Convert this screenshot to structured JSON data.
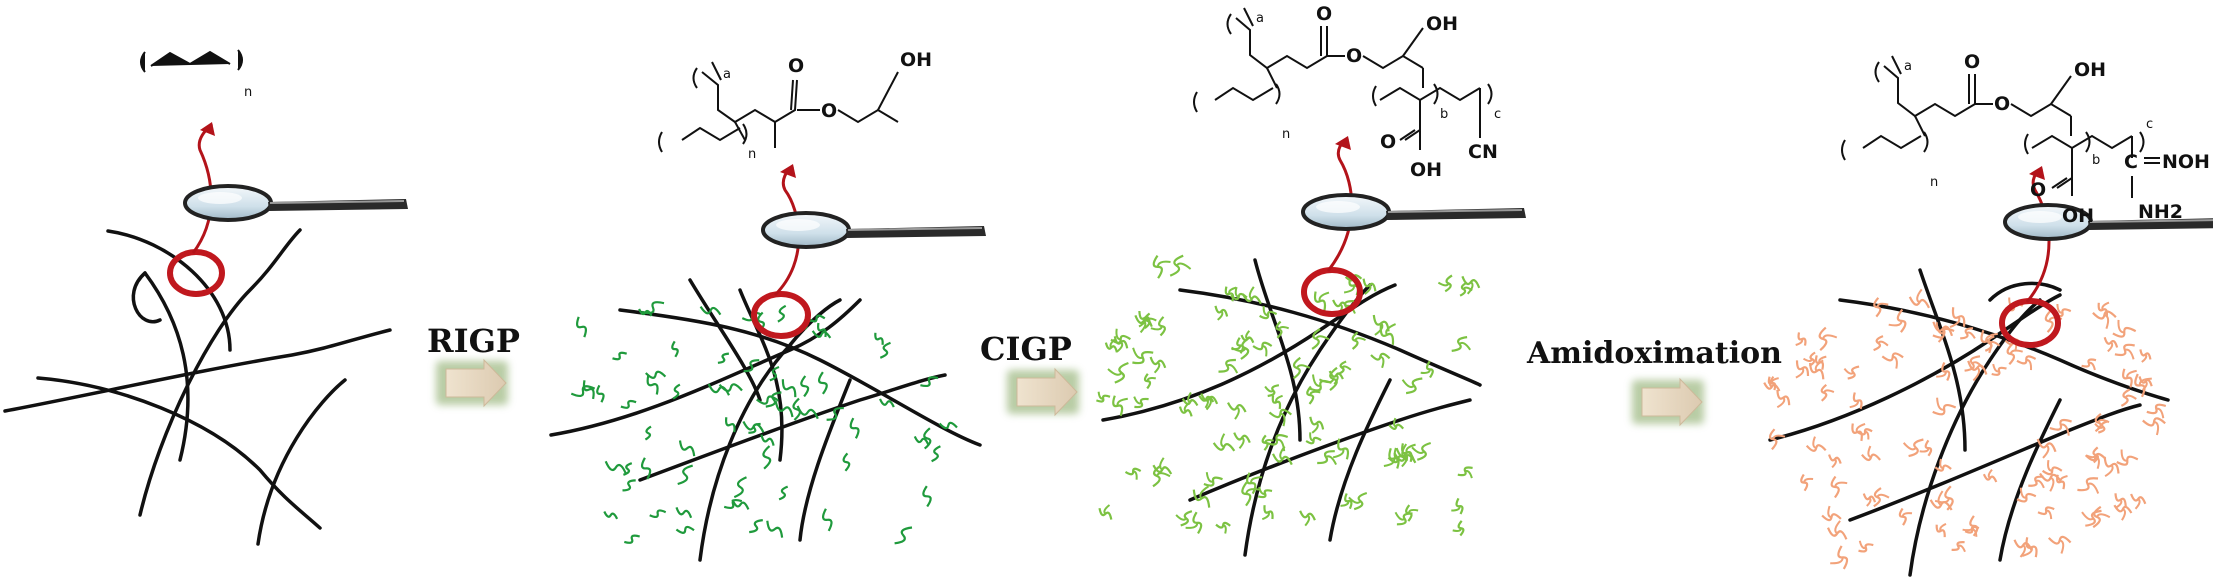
{
  "steps": [
    {
      "label": "RIGP"
    },
    {
      "label": "CIGP"
    },
    {
      "label": "Amidoximation"
    }
  ],
  "structures": {
    "pe": {
      "n": "n"
    },
    "grafted_hema": {
      "a": "a",
      "n": "n",
      "oh": "OH"
    },
    "grafted_aa_an": {
      "a": "a",
      "b": "b",
      "c": "c",
      "n": "n",
      "oh": "OH",
      "oh_acid": "OH",
      "cn": "CN"
    },
    "amidoxime": {
      "a": "a",
      "b": "b",
      "c": "c",
      "n": "n",
      "oh": "OH",
      "oh_acid": "OH",
      "noh": "NOH",
      "nh2": "NH2"
    }
  },
  "colors": {
    "fiber": "#111111",
    "highlight_circle": "#c0181e",
    "arrow_curve": "#b3131a",
    "hema_chain": "#1f9a3c",
    "aa_an_chain": "#7cc242",
    "amidoxime_chain": "#f2a27a",
    "step_arrow": "#e6d9c3",
    "step_arrow_glow": "#7fa35a"
  },
  "icons": [
    "magnifying-glass-icon",
    "curved-arrow-icon",
    "step-arrow-icon"
  ]
}
